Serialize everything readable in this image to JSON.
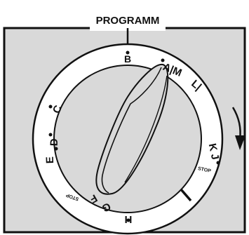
{
  "title": "PROGRAMM",
  "dial": {
    "labels": {
      "b": "B",
      "am": "A|M",
      "li": "L|",
      "kj": "K J",
      "stop_right": "STOP",
      "h": "H",
      "g": "G",
      "f": "F",
      "stop_left": "STOP",
      "e": "E",
      "d": "D",
      "c": "C"
    },
    "rotation_direction": "clockwise"
  },
  "colors": {
    "panel": "#d9d9d9",
    "ring": "#ffffff",
    "knob": "#d9d9d9",
    "ink": "#111111"
  },
  "icons": {
    "direction": "clockwise-arrow-icon",
    "pointer": "pointer-line-icon"
  }
}
